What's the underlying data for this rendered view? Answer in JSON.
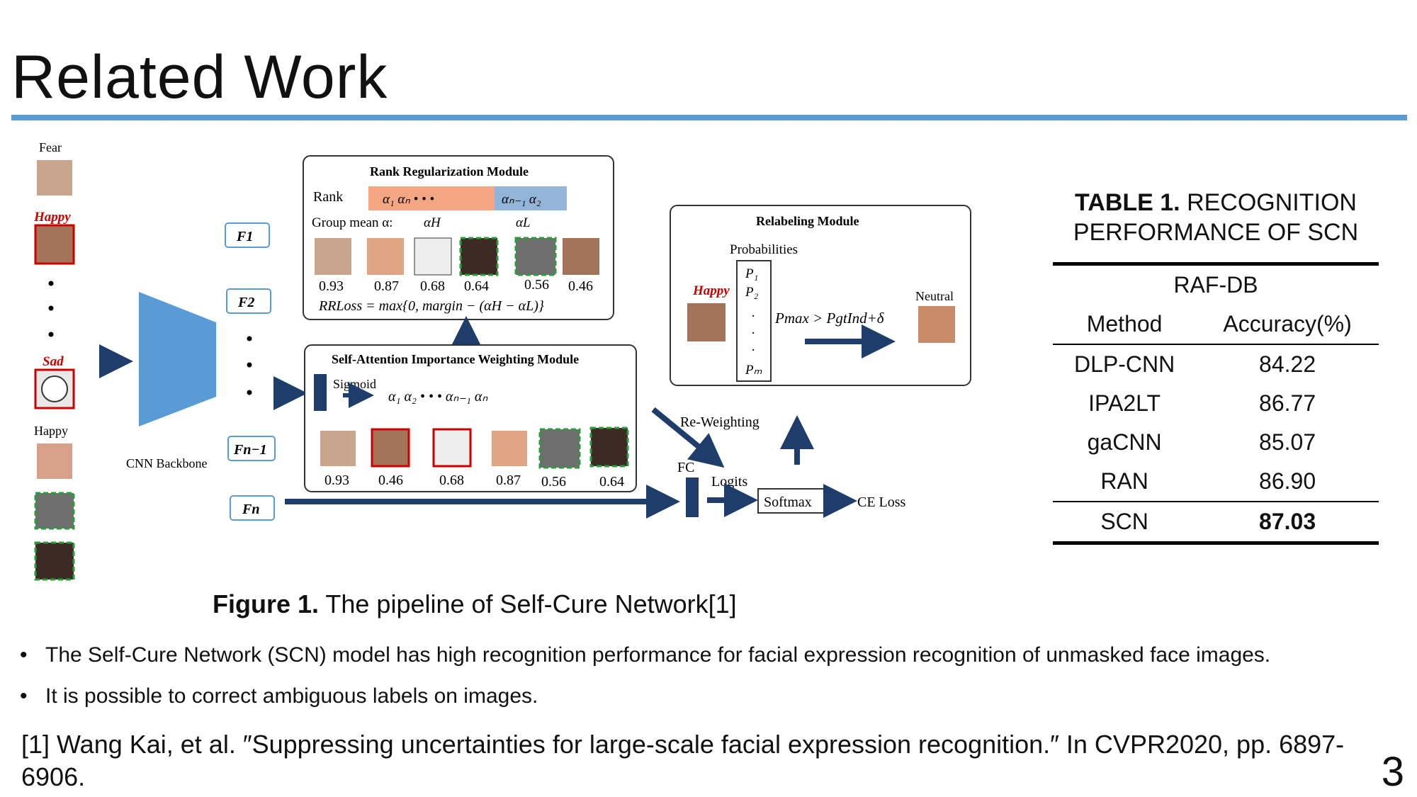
{
  "slide": {
    "title": "Related Work",
    "page_number": "3"
  },
  "figure": {
    "caption_bold": "Figure 1.",
    "caption_text": " The pipeline of Self-Cure Network[1]",
    "left_labels": {
      "fear": "Fear",
      "happy_red": "Happy",
      "sad_red": "Sad",
      "happy": "Happy"
    },
    "features": [
      "F1",
      "F2",
      "Fn−1",
      "Fn"
    ],
    "backbone_label": "CNN Backbone",
    "rank_module": {
      "title": "Rank Regularization Module",
      "rank_label": "Rank",
      "group_mean_label": "Group mean α:",
      "alpha_h": "αH",
      "alpha_l": "αL",
      "scores": [
        "0.93",
        "0.87",
        "0.68",
        "0.64",
        "0.56",
        "0.46"
      ],
      "loss": "RRLoss = max{0, margin − (αH − αL)}"
    },
    "attention_module": {
      "title": "Self-Attention Importance Weighting Module",
      "sigmoid": "Sigmoid",
      "scores": [
        "0.93",
        "0.46",
        "0.68",
        "0.87",
        "0.56",
        "0.64"
      ]
    },
    "relabel_module": {
      "title": "Relabeling Module",
      "probabilities": "Probabilities",
      "happy": "Happy",
      "condition": "Pmax > PgtInd+δ",
      "neutral": "Neutral"
    },
    "bottom": {
      "reweighting": "Re-Weighting",
      "fc": "FC",
      "logits": "Logits",
      "softmax": "Softmax",
      "ce_loss": "CE Loss"
    }
  },
  "table": {
    "caption_bold": "TABLE 1.",
    "caption_text": " RECOGNITION PERFORMANCE OF SCN",
    "dataset": "RAF-DB",
    "headers": [
      "Method",
      "Accuracy(%)"
    ],
    "rows": [
      [
        "DLP-CNN",
        "84.22"
      ],
      [
        "IPA2LT",
        "86.77"
      ],
      [
        "gaCNN",
        "85.07"
      ],
      [
        "RAN",
        "86.90"
      ]
    ],
    "best_row": [
      "SCN",
      "87.03"
    ]
  },
  "bullets": [
    "The Self-Cure Network (SCN) model has high recognition performance for facial expression recognition of unmasked face images.",
    "It is possible to correct ambiguous labels on images."
  ],
  "reference": "[1] Wang Kai, et al. ″Suppressing uncertainties for large-scale facial expression recognition.″ In CVPR2020, pp. 6897-6906.",
  "colors": {
    "accent_rule": "#5b9bd5",
    "arrow": "#1f3d6b",
    "trapezoid": "#5b9bd5",
    "rank_high": "#f4a582",
    "rank_low": "#92b4d8",
    "red": "#cc0000"
  }
}
